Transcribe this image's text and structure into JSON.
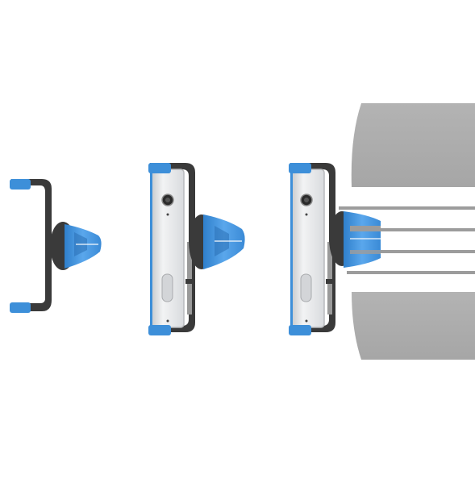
{
  "scene": {
    "background": "#ffffff",
    "colors": {
      "holder_dark": "#3a3a3a",
      "holder_mid": "#555555",
      "accent_blue": "#3d8fd9",
      "accent_blue_light": "#6fb3ef",
      "phone_silver": "#e4e5e7",
      "phone_edge": "#b8babd",
      "vent_gray": "#adadad",
      "vent_slat": "#9c9c9c"
    },
    "panels": [
      {
        "step": 1,
        "content": "holder-only",
        "icon": "car-vent-holder-icon"
      },
      {
        "step": 2,
        "content": "holder-with-phone",
        "icon": "phone-in-holder-icon"
      },
      {
        "step": 3,
        "content": "holder-with-phone-mounted-on-vent",
        "icon": "car-air-vent-icon"
      }
    ]
  }
}
